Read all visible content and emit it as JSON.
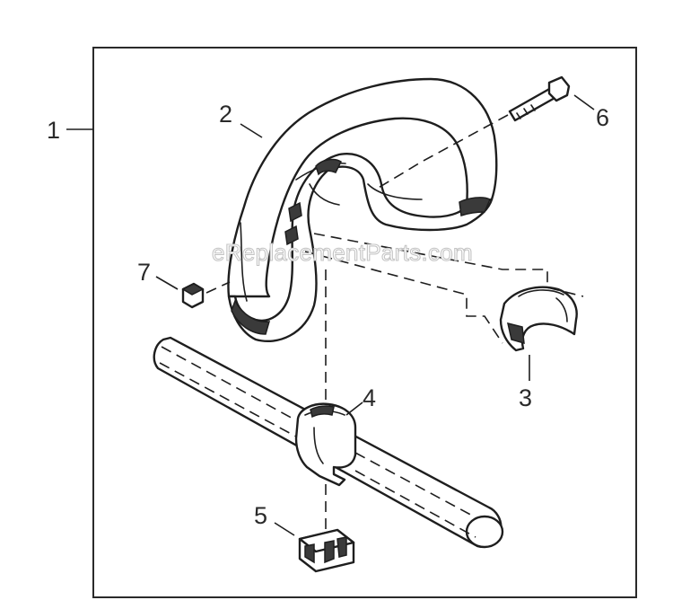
{
  "callouts": {
    "c1": "1",
    "c2": "2",
    "c3": "3",
    "c4": "4",
    "c5": "5",
    "c6": "6",
    "c7": "7"
  },
  "watermark": "eReplacementParts.com",
  "colors": {
    "line": "#1e1e1e",
    "background": "#ffffff",
    "watermark": "#c4c4c4"
  }
}
